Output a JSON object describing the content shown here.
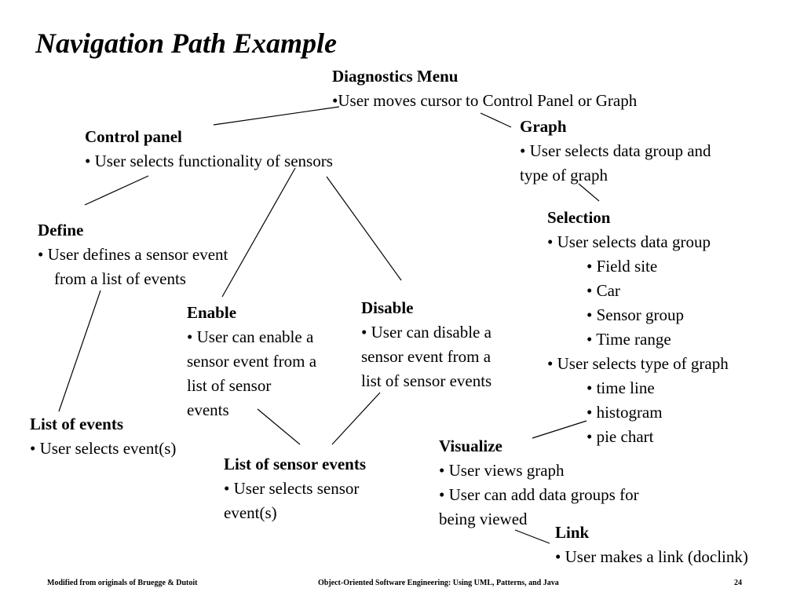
{
  "title": "Navigation Path Example",
  "nodes": {
    "diagnostics_menu": {
      "heading": "Diagnostics Menu",
      "lines": [
        "•User moves cursor to Control Panel or Graph"
      ]
    },
    "control_panel": {
      "heading": "Control panel",
      "lines": [
        "• User selects functionality of sensors"
      ]
    },
    "graph": {
      "heading": "Graph",
      "lines": [
        "• User selects data group and",
        "type of graph"
      ]
    },
    "define": {
      "heading": "Define",
      "lines": [
        "• User defines a sensor event",
        "from a list of events"
      ]
    },
    "selection": {
      "heading": "Selection",
      "lines": [
        "• User selects data group",
        "• Field site",
        "• Car",
        "• Sensor group",
        "• Time range",
        "• User selects type of graph",
        "• time line",
        "• histogram",
        "• pie chart"
      ]
    },
    "enable": {
      "heading": "Enable",
      "lines": [
        "• User can enable a",
        "sensor event from a",
        "list of sensor",
        "events"
      ]
    },
    "disable": {
      "heading": "Disable",
      "lines": [
        "• User can disable a",
        "sensor event from a",
        "list of sensor events"
      ]
    },
    "list_of_events": {
      "heading": "List of events",
      "lines": [
        "• User selects event(s)"
      ]
    },
    "list_of_sensor_events": {
      "heading": "List of sensor events",
      "lines": [
        "• User selects sensor",
        "event(s)"
      ]
    },
    "visualize": {
      "heading": "Visualize",
      "lines": [
        "• User views graph",
        "• User can add data groups for",
        "being viewed"
      ]
    },
    "link": {
      "heading": "Link",
      "lines": [
        "• User makes a link (doclink)"
      ]
    }
  },
  "edges": [
    [
      "diagnostics_menu",
      "control_panel"
    ],
    [
      "diagnostics_menu",
      "graph"
    ],
    [
      "graph",
      "selection"
    ],
    [
      "control_panel",
      "define"
    ],
    [
      "control_panel",
      "enable"
    ],
    [
      "control_panel",
      "disable"
    ],
    [
      "define",
      "list_of_events"
    ],
    [
      "enable",
      "list_of_sensor_events"
    ],
    [
      "disable",
      "list_of_sensor_events"
    ],
    [
      "selection",
      "visualize"
    ],
    [
      "visualize",
      "link"
    ]
  ],
  "footer": {
    "left": "Modified from originals of Bruegge & Dutoit",
    "center": "Object-Oriented Software Engineering: Using UML, Patterns, and Java",
    "page_number": "24"
  }
}
